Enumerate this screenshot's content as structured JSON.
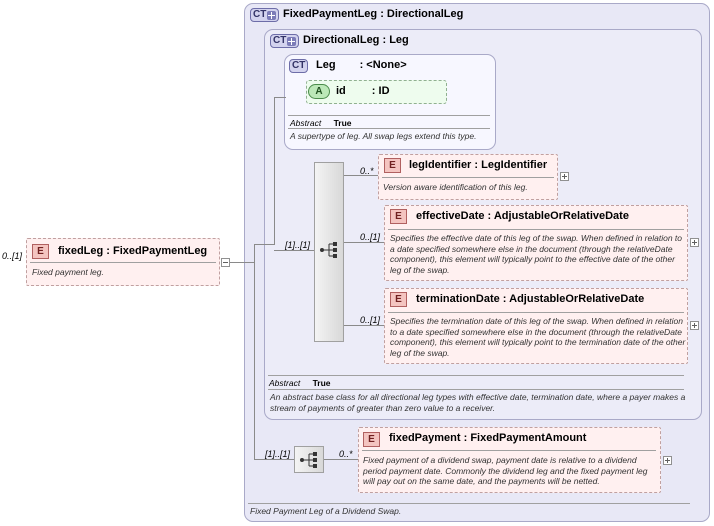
{
  "root": {
    "cardinality": "0..[1]",
    "badge": "E",
    "name": "fixedLeg",
    "type": "FixedPaymentLeg",
    "description": "Fixed payment leg."
  },
  "outer_type": {
    "badge": "CT",
    "name": "FixedPaymentLeg",
    "base": "DirectionalLeg",
    "description": "Fixed Payment Leg of a Dividend Swap."
  },
  "directional": {
    "badge": "CT",
    "name": "DirectionalLeg",
    "base": "Leg",
    "abstract_label": "Abstract",
    "abstract_value": "True",
    "description": "An abstract base class for all directional leg types with effective date, termination date, where a payer makes a stream of payments of greater than zero value to a receiver.",
    "sequence_cardinality": "[1]..[1]"
  },
  "leg": {
    "badge": "CT",
    "name": "Leg",
    "base": "<None>",
    "attribute": {
      "badge": "A",
      "name": "id",
      "type": "ID"
    },
    "abstract_label": "Abstract",
    "abstract_value": "True",
    "description": "A supertype of leg. All swap legs extend this type."
  },
  "elements": [
    {
      "cardinality": "0..*",
      "badge": "E",
      "name": "legIdentifier",
      "type": "LegIdentifier",
      "description": "Version aware identification of this leg."
    },
    {
      "cardinality": "0..[1]",
      "badge": "E",
      "name": "effectiveDate",
      "type": "AdjustableOrRelativeDate",
      "description": "Specifies the effective date of this leg of the swap. When defined in relation to a date specified somewhere else in the document (through the relativeDate component), this element will typically point to the effective date of the other leg of the swap."
    },
    {
      "cardinality": "0..[1]",
      "badge": "E",
      "name": "terminationDate",
      "type": "AdjustableOrRelativeDate",
      "description": "Specifies the termination date of this leg of the swap. When defined in relation to a date specified somewhere else in the document (through the relativeDate component), this element will typically point to the termination date of the other leg of the swap."
    }
  ],
  "fixed_payment": {
    "sequence_cardinality": "[1]..[1]",
    "cardinality": "0..*",
    "badge": "E",
    "name": "fixedPayment",
    "type": "FixedPaymentAmount",
    "description": "Fixed payment of a dividend swap, payment date is relative to a dividend period payment date. Commonly the dividend leg and the fixed payment leg will pay out on the same date, and the payments will be netted."
  },
  "colors": {
    "complex_type_bg": "#e8e8f6",
    "element_bg": "#fff0f0",
    "attribute_bg": "#eefcee"
  }
}
